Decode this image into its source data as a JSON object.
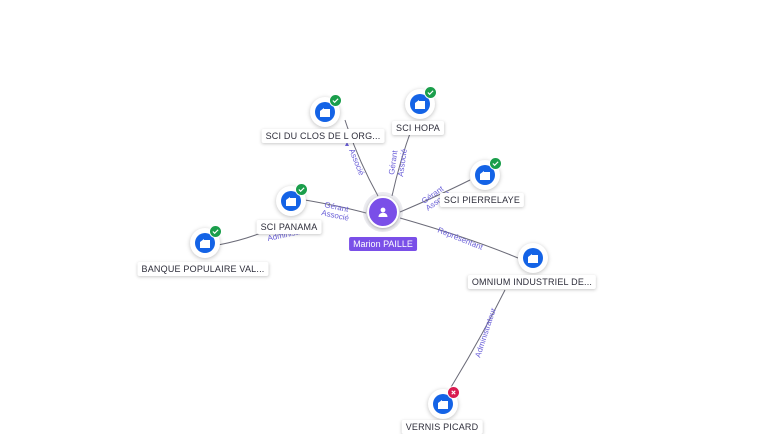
{
  "colors": {
    "accent": "#7a4fe8",
    "company_icon": "#1463e6",
    "active_badge": "#1a9e4b",
    "closed_badge": "#d81b50",
    "edge_label": "#6a5fd8"
  },
  "center": {
    "label": "Marion PAILLE",
    "icon": "person-icon"
  },
  "nodes": [
    {
      "id": "sci-du-clos",
      "label": "SCI DU CLOS DE L ORG...",
      "status": "active",
      "icon": "building-icon"
    },
    {
      "id": "sci-hopa",
      "label": "SCI HOPA",
      "status": "active",
      "icon": "building-icon"
    },
    {
      "id": "sci-pierrelaye",
      "label": "SCI PIERRELAYE",
      "status": "active",
      "icon": "building-icon"
    },
    {
      "id": "sci-panama",
      "label": "SCI PANAMA",
      "status": "active",
      "icon": "building-icon"
    },
    {
      "id": "banque-populaire",
      "label": "BANQUE POPULAIRE VAL...",
      "status": "active",
      "icon": "building-icon"
    },
    {
      "id": "omnium",
      "label": "OMNIUM INDUSTRIEL DE...",
      "status": "none",
      "icon": "building-icon"
    },
    {
      "id": "vernis-picard",
      "label": "VERNIS PICARD",
      "status": "closed",
      "icon": "building-icon"
    }
  ],
  "edges": [
    {
      "from": "center",
      "to": "sci-du-clos",
      "labels": [
        "Associé"
      ]
    },
    {
      "from": "center",
      "to": "sci-hopa",
      "labels": [
        "Gérant",
        "Associé"
      ]
    },
    {
      "from": "center",
      "to": "sci-pierrelaye",
      "labels": [
        "Gérant",
        "Associé"
      ]
    },
    {
      "from": "center",
      "to": "sci-panama",
      "labels": [
        "Gérant",
        "Associé"
      ]
    },
    {
      "from": "sci-panama",
      "to": "banque-populaire",
      "labels": [
        "Administ..."
      ]
    },
    {
      "from": "center",
      "to": "omnium",
      "labels": [
        "Représentant"
      ]
    },
    {
      "from": "omnium",
      "to": "vernis-picard",
      "labels": [
        "Administrateur"
      ]
    }
  ]
}
